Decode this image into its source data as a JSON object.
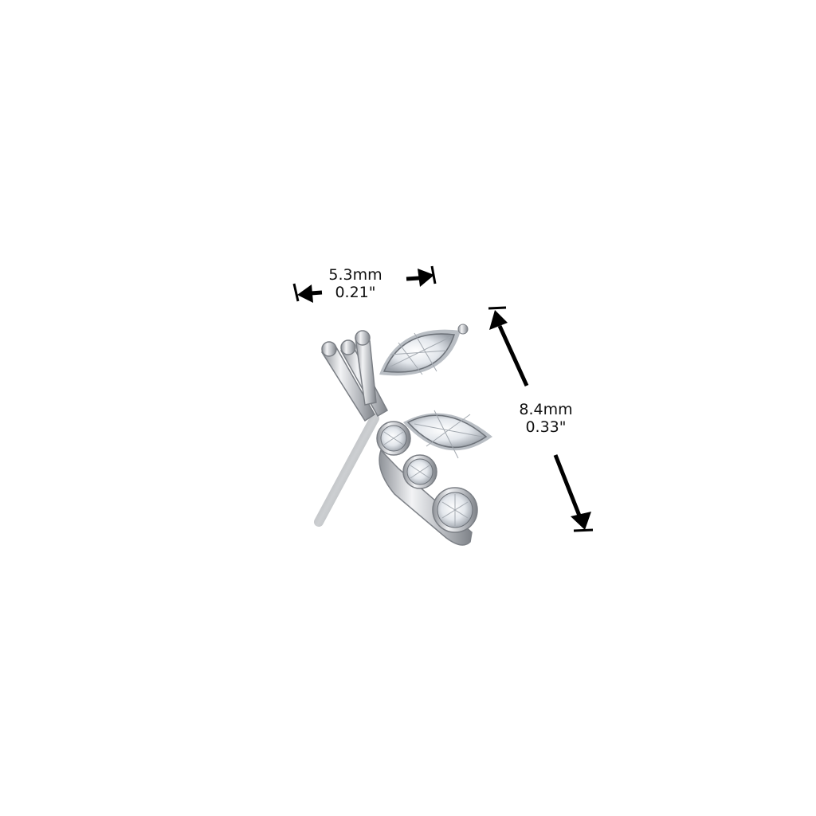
{
  "dimensions": {
    "width": {
      "metric": "5.3mm",
      "imperial": "0.21\""
    },
    "height": {
      "metric": "8.4mm",
      "imperial": "0.33\""
    }
  },
  "colors": {
    "background": "#ffffff",
    "arrow": "#000000",
    "metal": "#c9ccd1",
    "gem": "#eef2f6"
  },
  "product": {
    "kind": "threadless flat-back leaf cluster top with marquise and round clear gems"
  }
}
